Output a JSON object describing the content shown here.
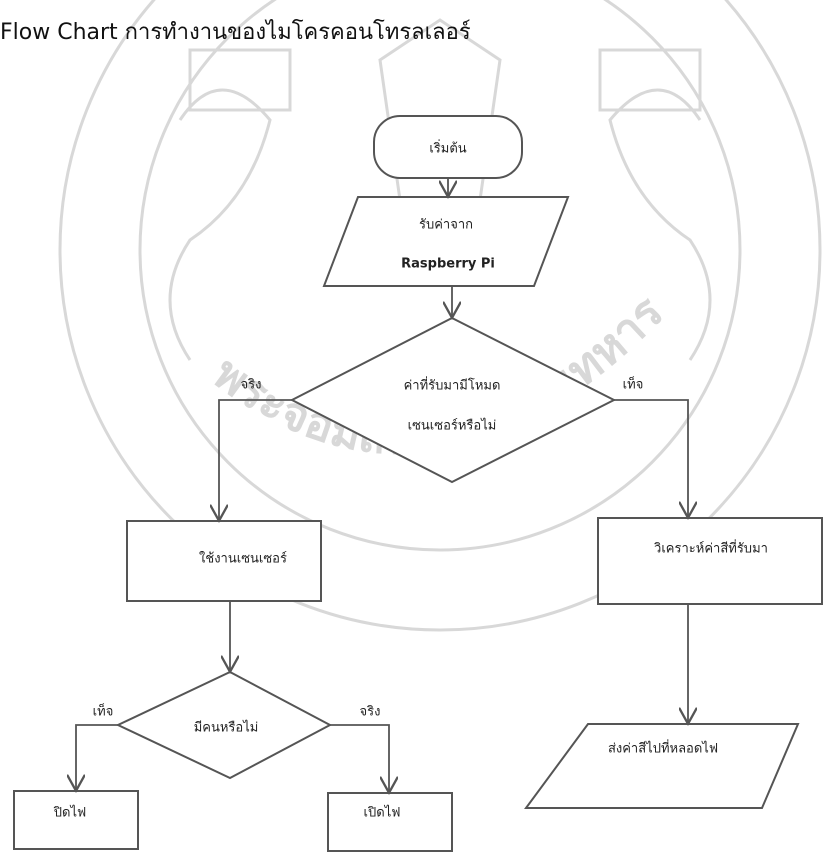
{
  "title": "Flow Chart การทำงานของไมโครคอนโทรลเลอร์",
  "watermark": {
    "arc_text": "พระจอมเกล้าเจ้าคุณทหาร",
    "color": "#d8d8d8"
  },
  "flowchart": {
    "line_color": "#555555",
    "nodes": {
      "start": "เริ่มต้น",
      "input_line1": "รับค่าจาก",
      "input_line2": "Raspberry Pi",
      "decision_sensor_line1": "ค่าที่รับมามีโหมด",
      "decision_sensor_line2": "เซนเซอร์หรือไม่",
      "use_sensor": "ใช้งานเซนเซอร์",
      "analyze_color": "วิเคราะห์ค่าสีที่รับมา",
      "decision_person": "มีคนหรือไม่",
      "lights_off": "ปิดไฟ",
      "lights_on": "เปิดไฟ",
      "send_color": "ส่งค่าสีไปที่หลอดไฟ"
    },
    "edge_labels": {
      "sensor_true": "จริง",
      "sensor_false": "เท็จ",
      "person_false": "เท็จ",
      "person_true": "จริง"
    }
  }
}
